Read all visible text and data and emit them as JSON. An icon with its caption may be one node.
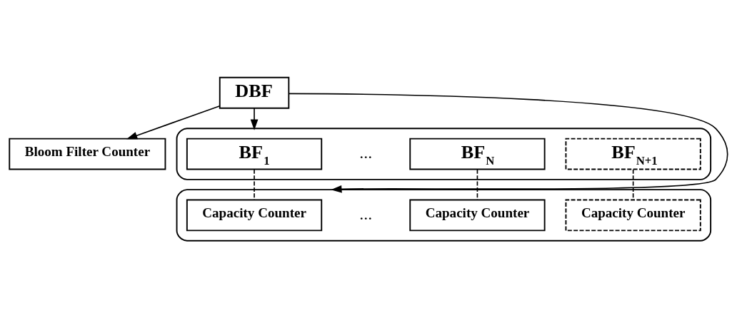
{
  "diagram": {
    "nodes": [
      {
        "text": [
          "DBF"
        ]
      },
      {
        "text": [
          "Bloom Filter Counter"
        ]
      },
      {
        "text": [],
        "shape": "box"
      },
      {
        "text": [
          "BF$_{1}$"
        ],
        "in": 2
      },
      {
        "text": [
          "BF$_{N}$"
        ],
        "in": 2
      },
      {
        "text": [
          "BF$_{N+1}$"
        ],
        "in": 2
      },
      {
        "text": [],
        "shape": "box"
      },
      {
        "text": [
          "Capacity Counter"
        ],
        "in": 6
      },
      {
        "text": [
          "Capacity Counter"
        ],
        "in": 6
      },
      {
        "text": [
          "Capacity Counter"
        ],
        "in": 6
      }
    ],
    "edges": [
      {
        "from": 0,
        "to": 1,
        "arrow": "to"
      },
      {
        "from": 0,
        "to": 2,
        "arrow": "to"
      },
      {
        "from": 0,
        "to": 6,
        "arrow": "to"
      },
      {
        "from": 3,
        "to": 7,
        "arrow": "none",
        "style": "dashed"
      },
      {
        "from": 4,
        "to": 8,
        "arrow": "none",
        "style": "dashed"
      },
      {
        "from": 5,
        "to": 9,
        "arrow": "none",
        "style": "dashed"
      }
    ],
    "labels": [
      "...",
      "..."
    ]
  }
}
